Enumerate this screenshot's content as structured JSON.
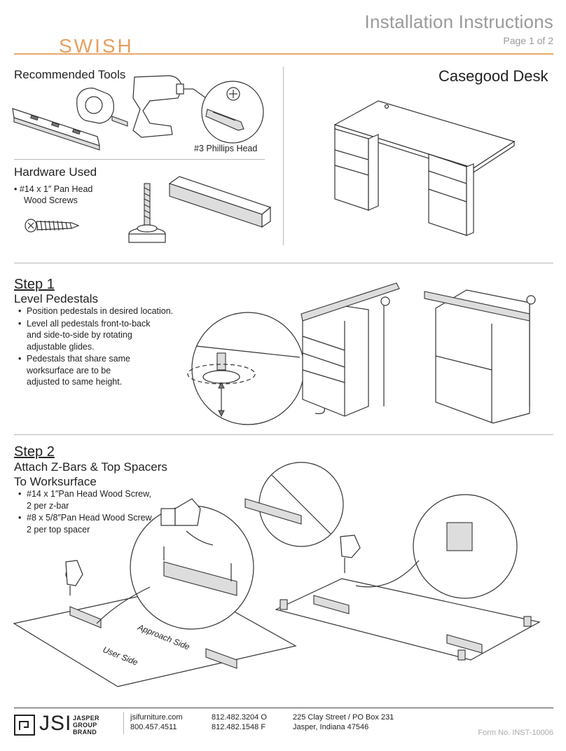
{
  "header": {
    "brand_logo": "SWISH",
    "title": "Installation Instructions",
    "page": "Page 1 of 2"
  },
  "tools": {
    "heading": "Recommended Tools",
    "drill_bit_label": "#3 Phillips Head"
  },
  "hardware": {
    "heading": "Hardware Used",
    "items": [
      "#14 x 1″ Pan Head",
      "Wood Screws"
    ]
  },
  "product": {
    "title": "Casegood Desk"
  },
  "step1": {
    "step": "Step 1",
    "title": "Level Pedestals",
    "bullets": [
      [
        "Position pedestals in desired location."
      ],
      [
        "Level all pedestals front-to-back",
        "and side-to-side by rotating",
        "adjustable glides."
      ],
      [
        "Pedestals that share same",
        "worksurface are to be",
        "adjusted to same height."
      ]
    ]
  },
  "step2": {
    "step": "Step 2",
    "title_line1": "Attach Z-Bars & Top Spacers",
    "title_line2": "To Worksurface",
    "bullets": [
      [
        "#14 x 1″Pan Head Wood Screw,",
        "2 per z-bar"
      ],
      [
        "#8 x 5/8″Pan Head Wood Screw,",
        "2 per top spacer"
      ]
    ],
    "approach_side": "Approach Side",
    "user_side": "User Side"
  },
  "footer": {
    "logo": "JSI",
    "brand_lines": [
      "JASPER",
      "GROUP",
      "BRAND"
    ],
    "website": "jsifurniture.com",
    "tollfree": "800.457.4511",
    "phone_office": "812.482.3204",
    "phone_office_suffix": "O",
    "phone_fax": "812.482.1548",
    "phone_fax_suffix": "F",
    "address_line1": "225 Clay Street / PO Box 231",
    "address_line2": "Jasper, Indiana 47546",
    "form_no": "Form No. INST-10006"
  }
}
